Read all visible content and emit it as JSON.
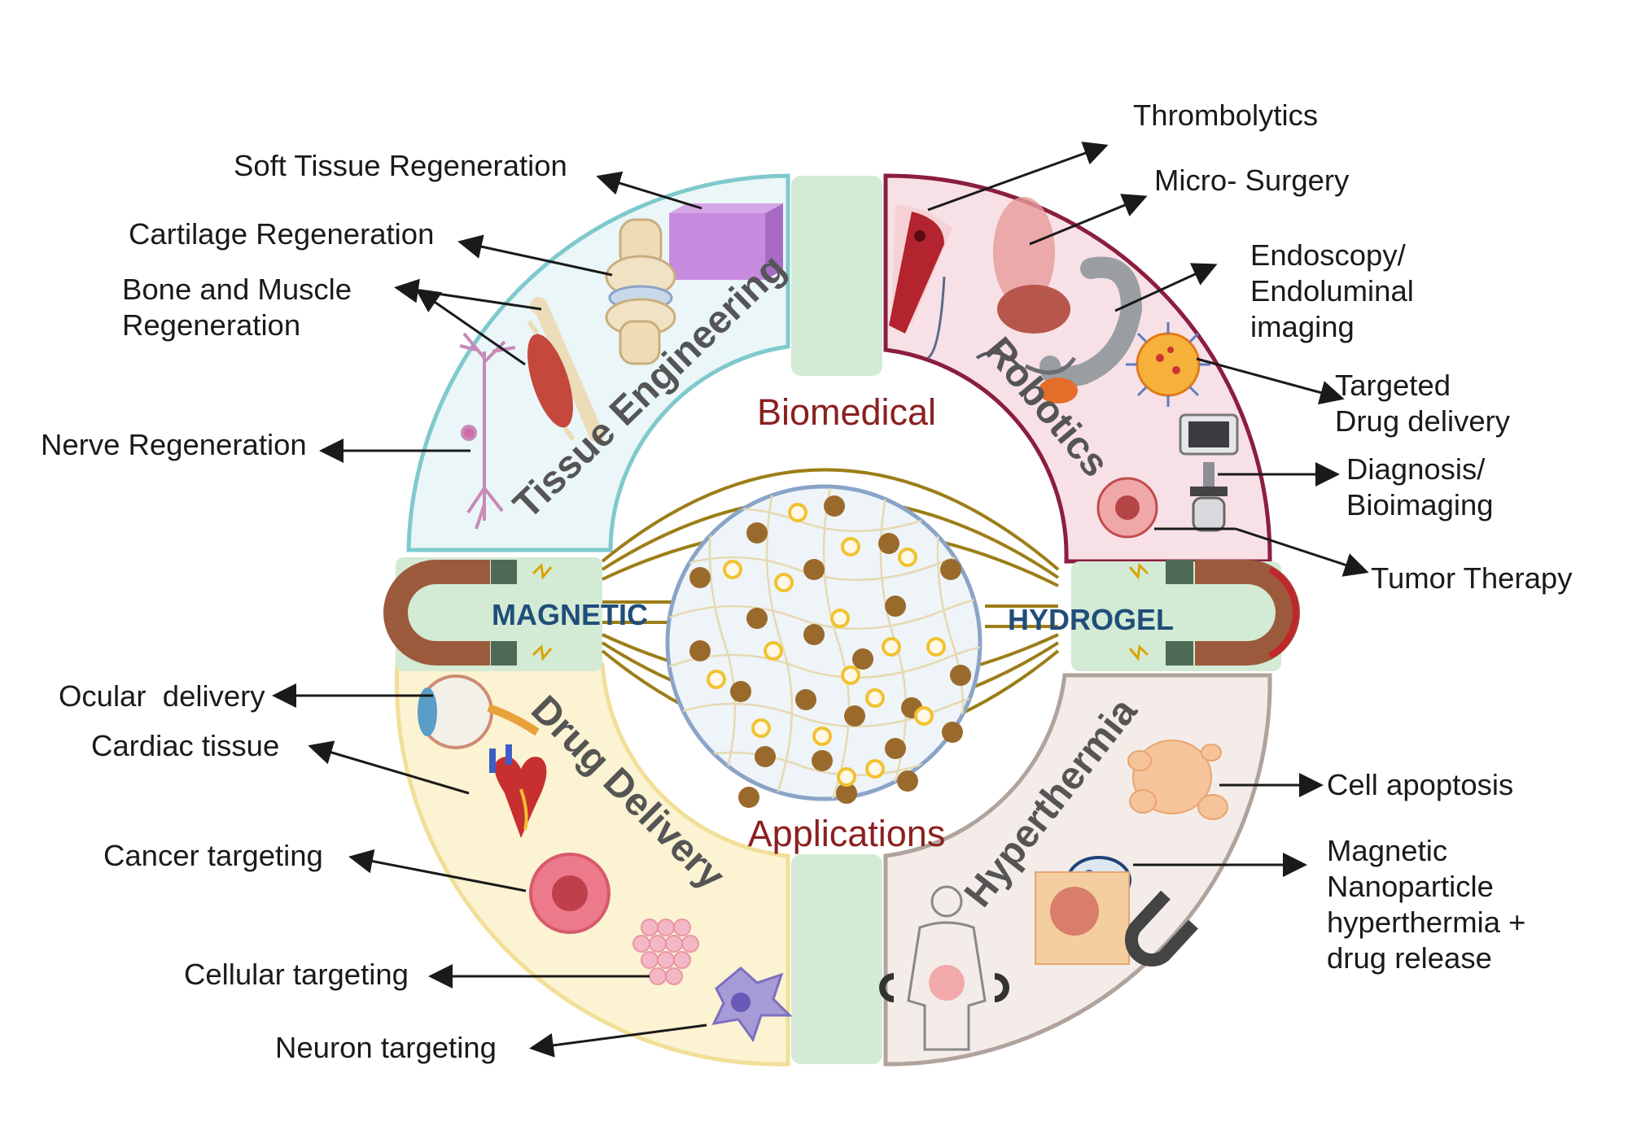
{
  "quadrants": {
    "tissue_engineering": "Tissue Engineering",
    "robotics": "Robotics",
    "drug_delivery": "Drug Delivery",
    "hyperthermia": "Hyperthermia"
  },
  "center": {
    "top": "Biomedical",
    "bottom": "Applications",
    "left": "MAGNETIC",
    "right": "HYDROGEL"
  },
  "labels": {
    "soft_tissue": "Soft Tissue Regeneration",
    "cartilage": "Cartilage Regeneration",
    "bone_muscle_1": "Bone and Muscle",
    "bone_muscle_2": "Regeneration",
    "nerve": "Nerve Regeneration",
    "thrombolytics": "Thrombolytics",
    "micro_surgery": "Micro- Surgery",
    "endoscopy_1": "Endoscopy/",
    "endoscopy_2": "Endoluminal",
    "endoscopy_3": "imaging",
    "targeted_1": "Targeted",
    "targeted_2": "Drug delivery",
    "diagnosis_1": "Diagnosis/",
    "diagnosis_2": "Bioimaging",
    "tumor_therapy": "Tumor Therapy",
    "ocular": "Ocular  delivery",
    "cardiac": "Cardiac tissue",
    "cancer": "Cancer targeting",
    "cellular": "Cellular targeting",
    "neuron": "Neuron targeting",
    "cell_apoptosis": "Cell apoptosis",
    "mnp_1": "Magnetic",
    "mnp_2": "Nanoparticle",
    "mnp_3": "hyperthermia +",
    "mnp_4": "drug release"
  },
  "colors": {
    "tissue_engineering": "#7fc9cc",
    "robotics": "#8b1e3f",
    "drug_delivery": "#f1df98",
    "hyperthermia": "#b0a39c",
    "center_words": "#8b2020",
    "magnetic_hydrogel": "#1f4e79",
    "magnet": "#9b5a3c",
    "field_lines": "#9c7e18"
  }
}
